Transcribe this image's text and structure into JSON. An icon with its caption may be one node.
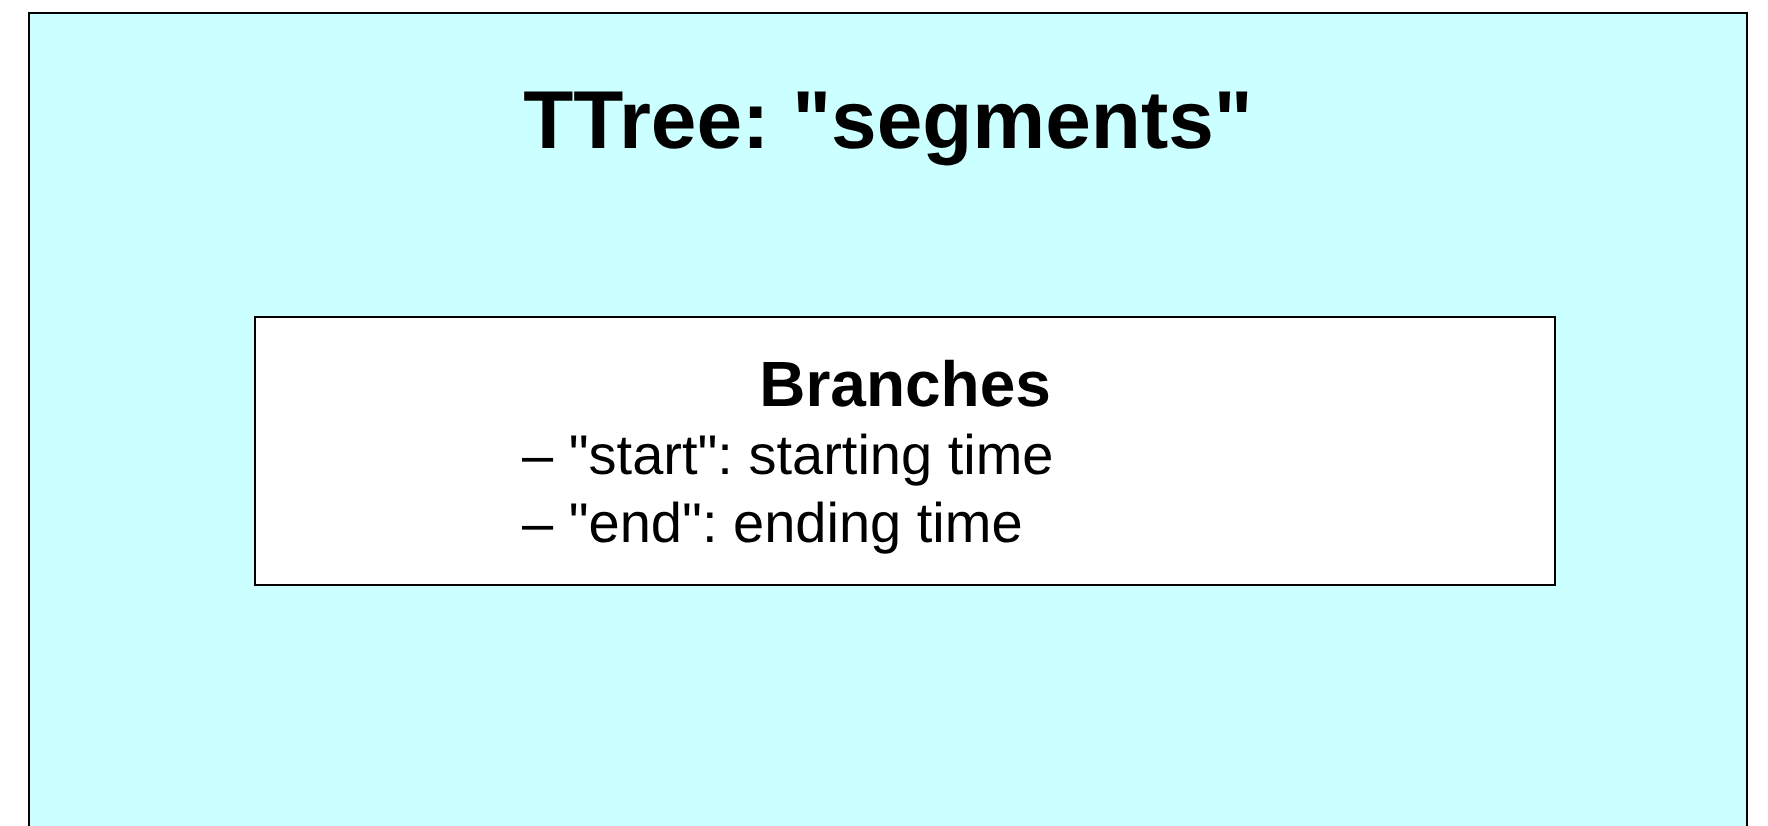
{
  "diagram": {
    "nodes": [
      {
        "text": [
          "TTree: \"segments\""
        ]
      },
      {
        "text": [
          "Branches",
          "– \"start\": starting time",
          "– \"end\": ending time"
        ],
        "in": 0
      }
    ]
  }
}
